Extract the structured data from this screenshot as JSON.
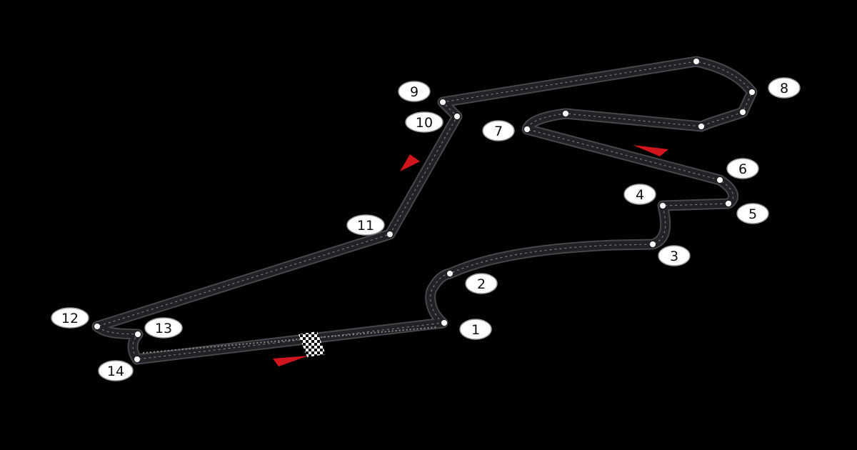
{
  "map": {
    "colors": {
      "background": "#000000",
      "track": "#222226",
      "track_edge": "#46464c",
      "center_dash": "#8a8a8a",
      "corner_dot": "#ffffff",
      "label_fill": "#ffffff",
      "label_text": "#111111",
      "direction_arrow": "#d0161c"
    },
    "corners": [
      {
        "id": "corner-1",
        "label": "1"
      },
      {
        "id": "corner-2",
        "label": "2"
      },
      {
        "id": "corner-3",
        "label": "3"
      },
      {
        "id": "corner-4",
        "label": "4"
      },
      {
        "id": "corner-5",
        "label": "5"
      },
      {
        "id": "corner-6",
        "label": "6"
      },
      {
        "id": "corner-7",
        "label": "7"
      },
      {
        "id": "corner-8",
        "label": "8"
      },
      {
        "id": "corner-9",
        "label": "9"
      },
      {
        "id": "corner-10",
        "label": "10"
      },
      {
        "id": "corner-11",
        "label": "11"
      },
      {
        "id": "corner-12",
        "label": "12"
      },
      {
        "id": "corner-13",
        "label": "13"
      },
      {
        "id": "corner-14",
        "label": "14"
      }
    ],
    "direction_arrows": [
      "direction-arrow-start",
      "direction-arrow-sector-2",
      "direction-arrow-sector-3"
    ],
    "start_finish": "checkered-flag-line"
  }
}
